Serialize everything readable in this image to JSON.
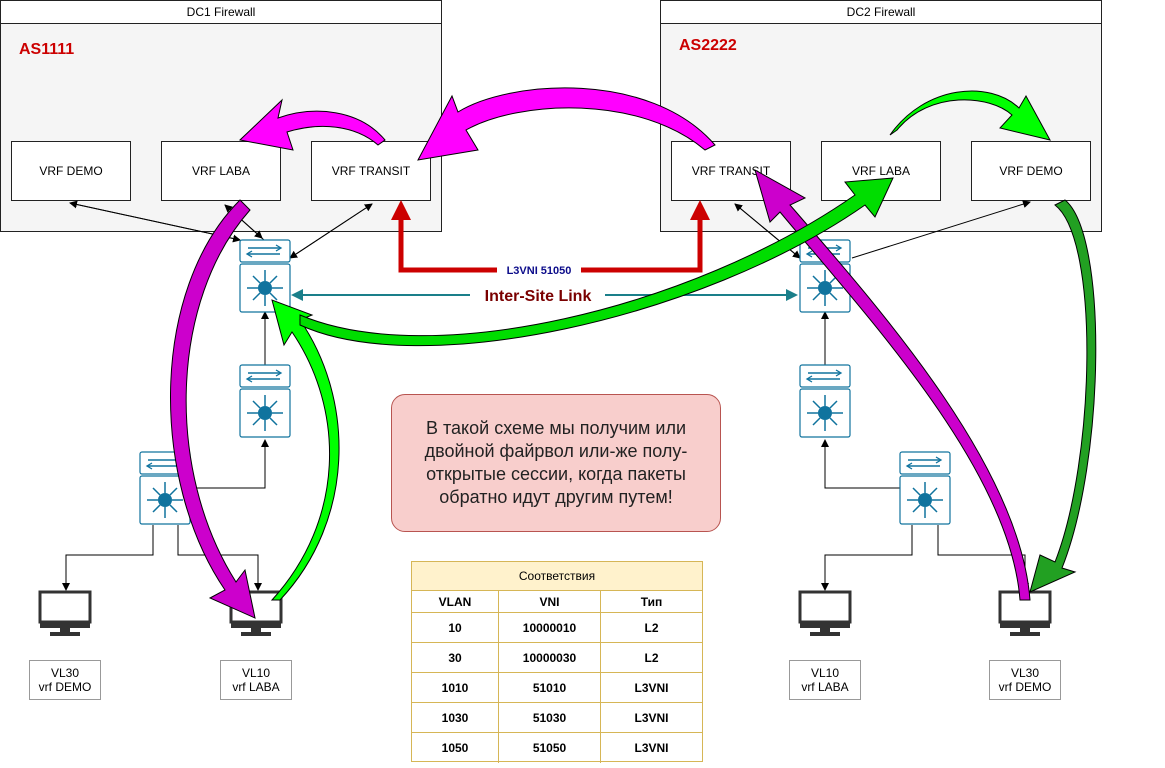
{
  "dc1": {
    "title": "DC1 Firewall",
    "asn": "AS1111",
    "vrfs": [
      "VRF DEMO",
      "VRF LABA",
      "VRF TRANSIT"
    ]
  },
  "dc2": {
    "title": "DC2 Firewall",
    "asn": "AS2222",
    "vrfs": [
      "VRF TRANSIT",
      "VRF LABA",
      "VRF DEMO"
    ]
  },
  "links": {
    "l3vni": "L3VNI 51050",
    "inter_site": "Inter-Site Link"
  },
  "hosts": {
    "dc1_a": {
      "line1": "VL30",
      "line2": "vrf DEMO"
    },
    "dc1_b": {
      "line1": "VL10",
      "line2": "vrf LABA"
    },
    "dc2_a": {
      "line1": "VL10",
      "line2": "vrf LABA"
    },
    "dc2_b": {
      "line1": "VL30",
      "line2": "vrf DEMO"
    }
  },
  "note": "В такой схеме мы получим или двойной файрвол или-же полу-открытые сессии, когда пакеты обратно идут другим путем!",
  "table": {
    "title": "Соответствия",
    "headers": [
      "VLAN",
      "VNI",
      "Тип"
    ],
    "rows": [
      [
        "10",
        "10000010",
        "L2"
      ],
      [
        "30",
        "10000030",
        "L2"
      ],
      [
        "1010",
        "51010",
        "L3VNI"
      ],
      [
        "1030",
        "51030",
        "L3VNI"
      ],
      [
        "1050",
        "51050",
        "L3VNI"
      ]
    ]
  },
  "colors": {
    "asn": "#cc0000",
    "l3vni_line": "#cc0000",
    "inter_site": "#1a7f8a",
    "magenta_arrow": "#ff00ff",
    "green_arrow": "#00ff00",
    "switch": "#10739e"
  }
}
